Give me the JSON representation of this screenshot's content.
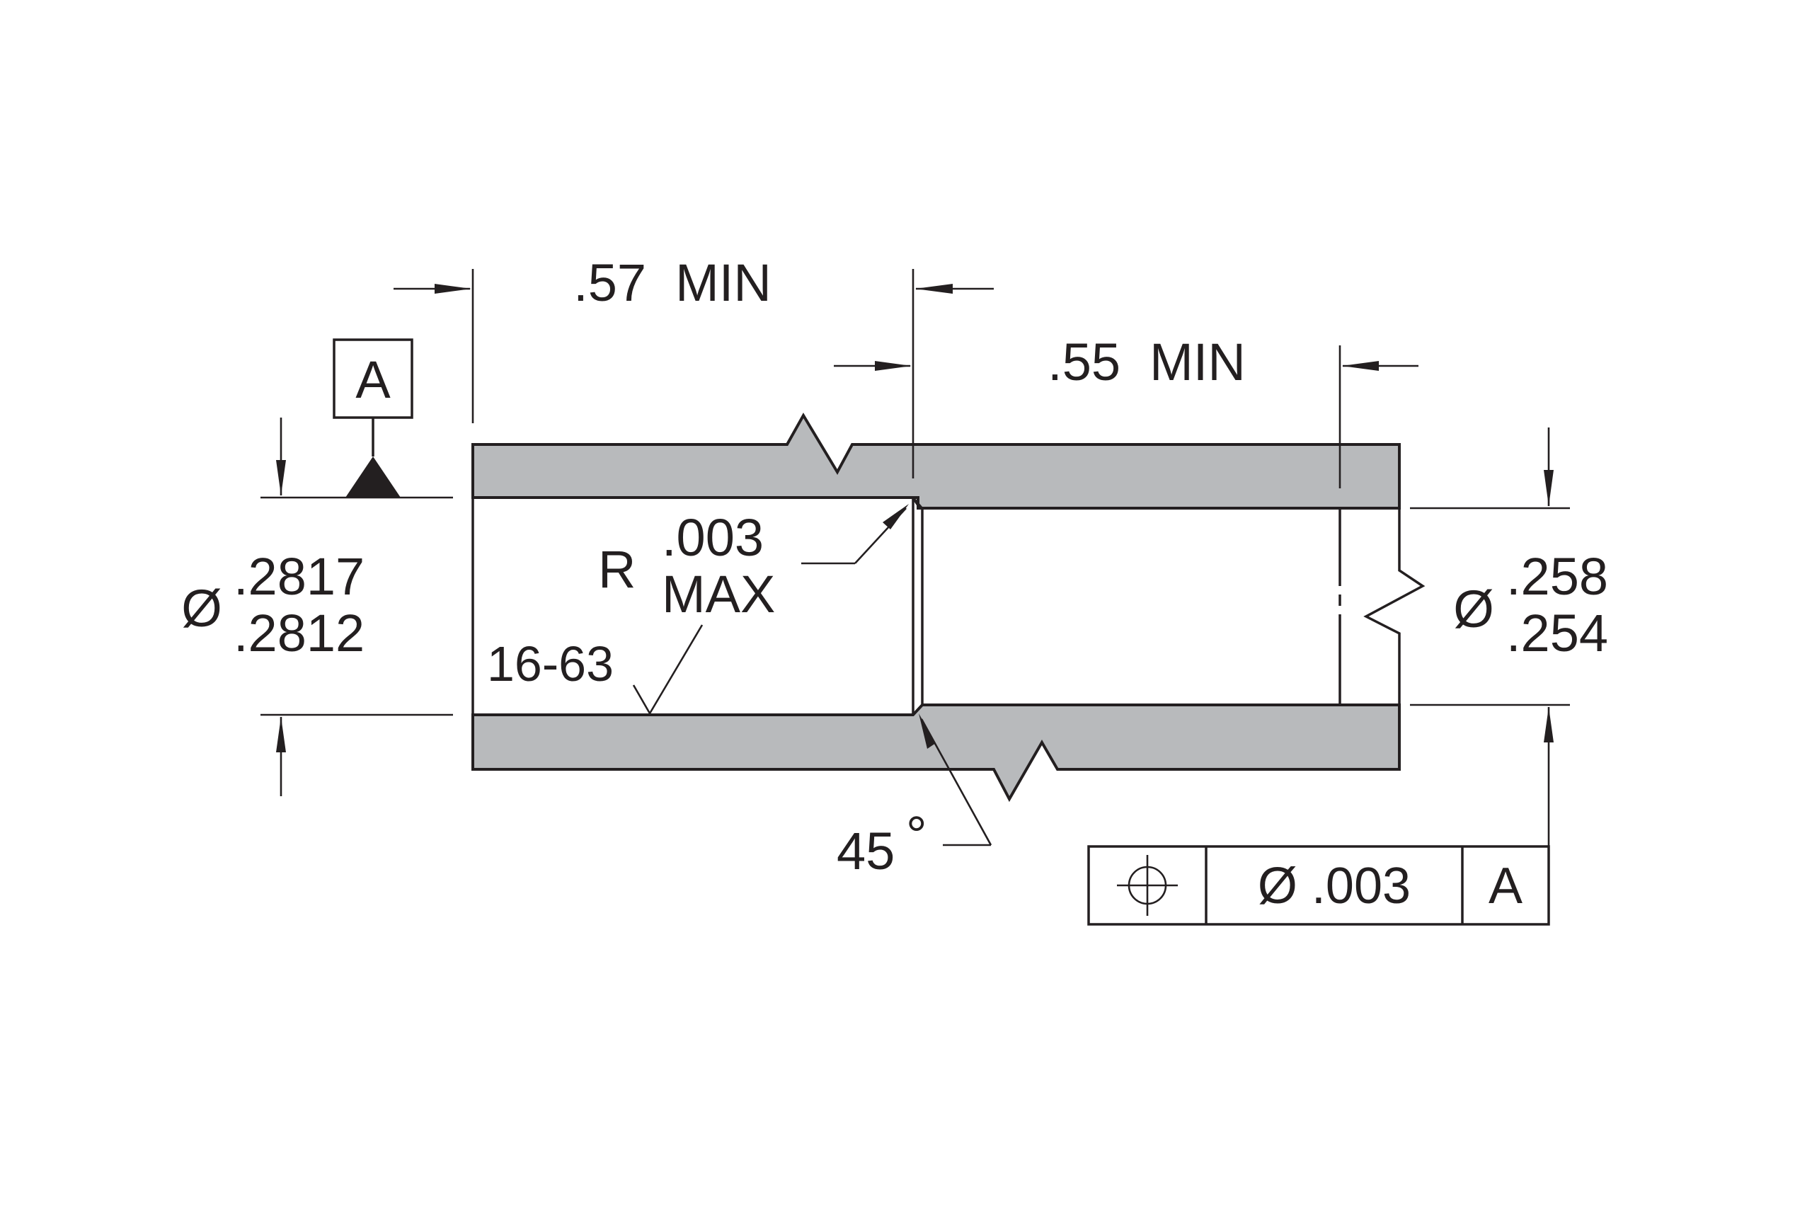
{
  "colors": {
    "line": "#231f20",
    "wall_fill": "#b8babc",
    "background": "#ffffff"
  },
  "datum": {
    "letter": "A"
  },
  "dims": {
    "left_length": ".57  MIN",
    "right_length": ".55  MIN",
    "left_diameter": {
      "symbol": "Ø",
      "upper": ".2817",
      "lower": ".2812"
    },
    "right_diameter": {
      "symbol": "Ø",
      "upper": ".258",
      "lower": ".254"
    }
  },
  "notes": {
    "radius_prefix": "R",
    "radius_value": ".003",
    "radius_suffix": "MAX",
    "surface_finish": "16-63",
    "chamfer_angle": "45",
    "degree_symbol": "°"
  },
  "feature_control_frame": {
    "symbol": "position-icon",
    "tolerance": "Ø .003",
    "datum": "A"
  }
}
